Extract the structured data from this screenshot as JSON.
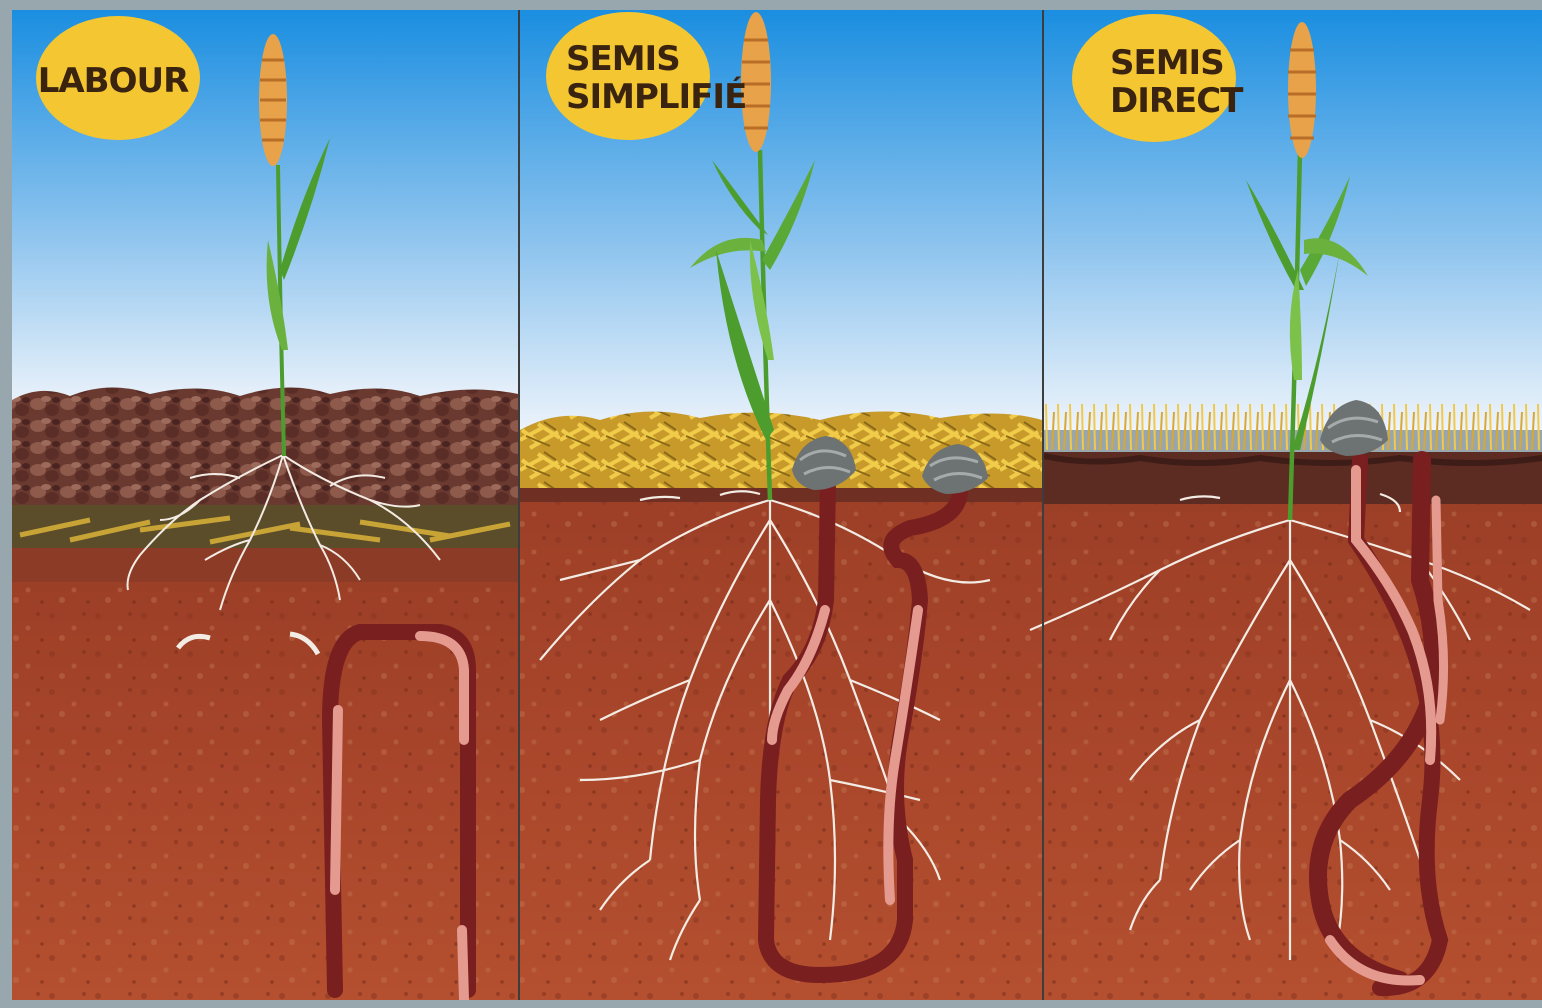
{
  "panels": [
    {
      "id": "labour",
      "label_lines": [
        "LABOUR"
      ]
    },
    {
      "id": "semis-simplifie",
      "label_lines": [
        "SEMIS",
        "SIMPLIFIÉ"
      ]
    },
    {
      "id": "semis-direct",
      "label_lines": [
        "SEMIS",
        "DIRECT"
      ]
    }
  ],
  "colors": {
    "sky_top": "#1a8ee0",
    "sky_bottom": "#eef4fb",
    "soil": "#a9462b",
    "soil_dark": "#7d2c1c",
    "plowed_layer": "#6e3b2e",
    "straw": "#e2b437",
    "label_oval": "#f3c632",
    "root": "#f2ece4",
    "worm": "#e59a90",
    "worm_burrow": "#7a1f1f",
    "leaf": "#4c9d2e",
    "wheat_ear": "#e7a24a"
  }
}
